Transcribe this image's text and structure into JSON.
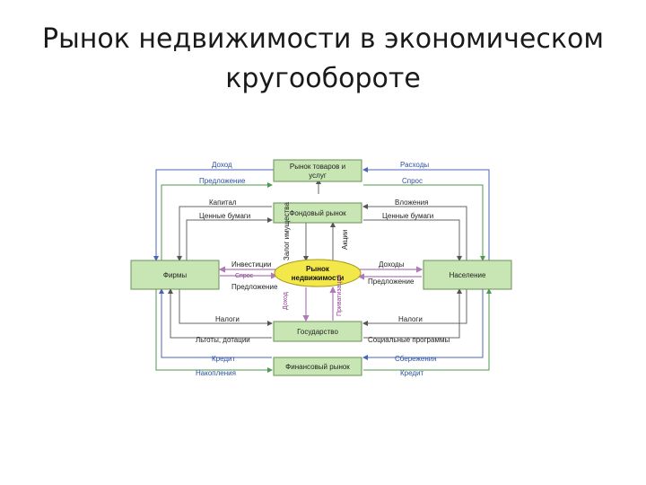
{
  "title": "Рынок недвижимости в экономическом кругообороте",
  "nodes": {
    "firms": "Фирмы",
    "households": "Население",
    "goods_market": "Рынок товаров и услуг",
    "stock_market": "Фондовый рынок",
    "real_estate_market": "Рынок недвижимости",
    "government": "Государство",
    "financial_market": "Финансовый рынок"
  },
  "labels": {
    "income_top": "Доход",
    "expenses_top": "Расходы",
    "supply_top": "Предложение",
    "demand_top": "Спрос",
    "capital": "Капитал",
    "investments_right": "Вложения",
    "securities_left": "Ценные бумаги",
    "securities_right": "Ценные бумаги",
    "shares_land": "Залог имущества",
    "shares": "Акции",
    "investments_left": "Инвестиции",
    "demand_left": "Спрос",
    "supply_left": "Предложение",
    "income_right": "Доходы",
    "supply_right": "Предложение",
    "taxes_left": "Налоги",
    "taxes_right": "Налоги",
    "benefits": "Льготы, дотации",
    "social": "Социальные программы",
    "income_vert": "Доход",
    "privatization": "Приватизация",
    "credit_left": "Кредит",
    "savings_right": "Сбережения",
    "accumulation": "Накопления",
    "credit_right": "Кредит"
  }
}
